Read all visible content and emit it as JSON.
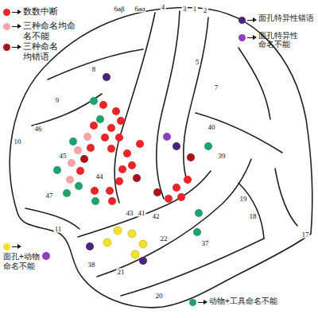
{
  "diagram": {
    "labels": [
      "6aβ",
      "6aα",
      "4",
      "3",
      "1",
      "2",
      "5",
      "7",
      "8",
      "9",
      "46",
      "10",
      "45",
      "44",
      "47",
      "11",
      "43",
      "40",
      "39",
      "41",
      "42",
      "22",
      "21",
      "37",
      "19",
      "18",
      "17",
      "38",
      "20"
    ],
    "legend": [
      {
        "text": "数数中断",
        "color": "#e8262a"
      },
      {
        "text": "三种命名均命名不能",
        "color": "#f4a3a6"
      },
      {
        "text": "三种命名均错语",
        "color": "#a8141b"
      },
      {
        "text": "面孔特异性错语",
        "color": "#4b2479"
      },
      {
        "text": "面孔特异性命名不能",
        "color": "#8e3fc0"
      },
      {
        "text": "面孔+动物命名不能",
        "color": "#f2e32a"
      },
      {
        "text": "动物+工具命名不能",
        "color": "#1fa36a"
      }
    ]
  }
}
